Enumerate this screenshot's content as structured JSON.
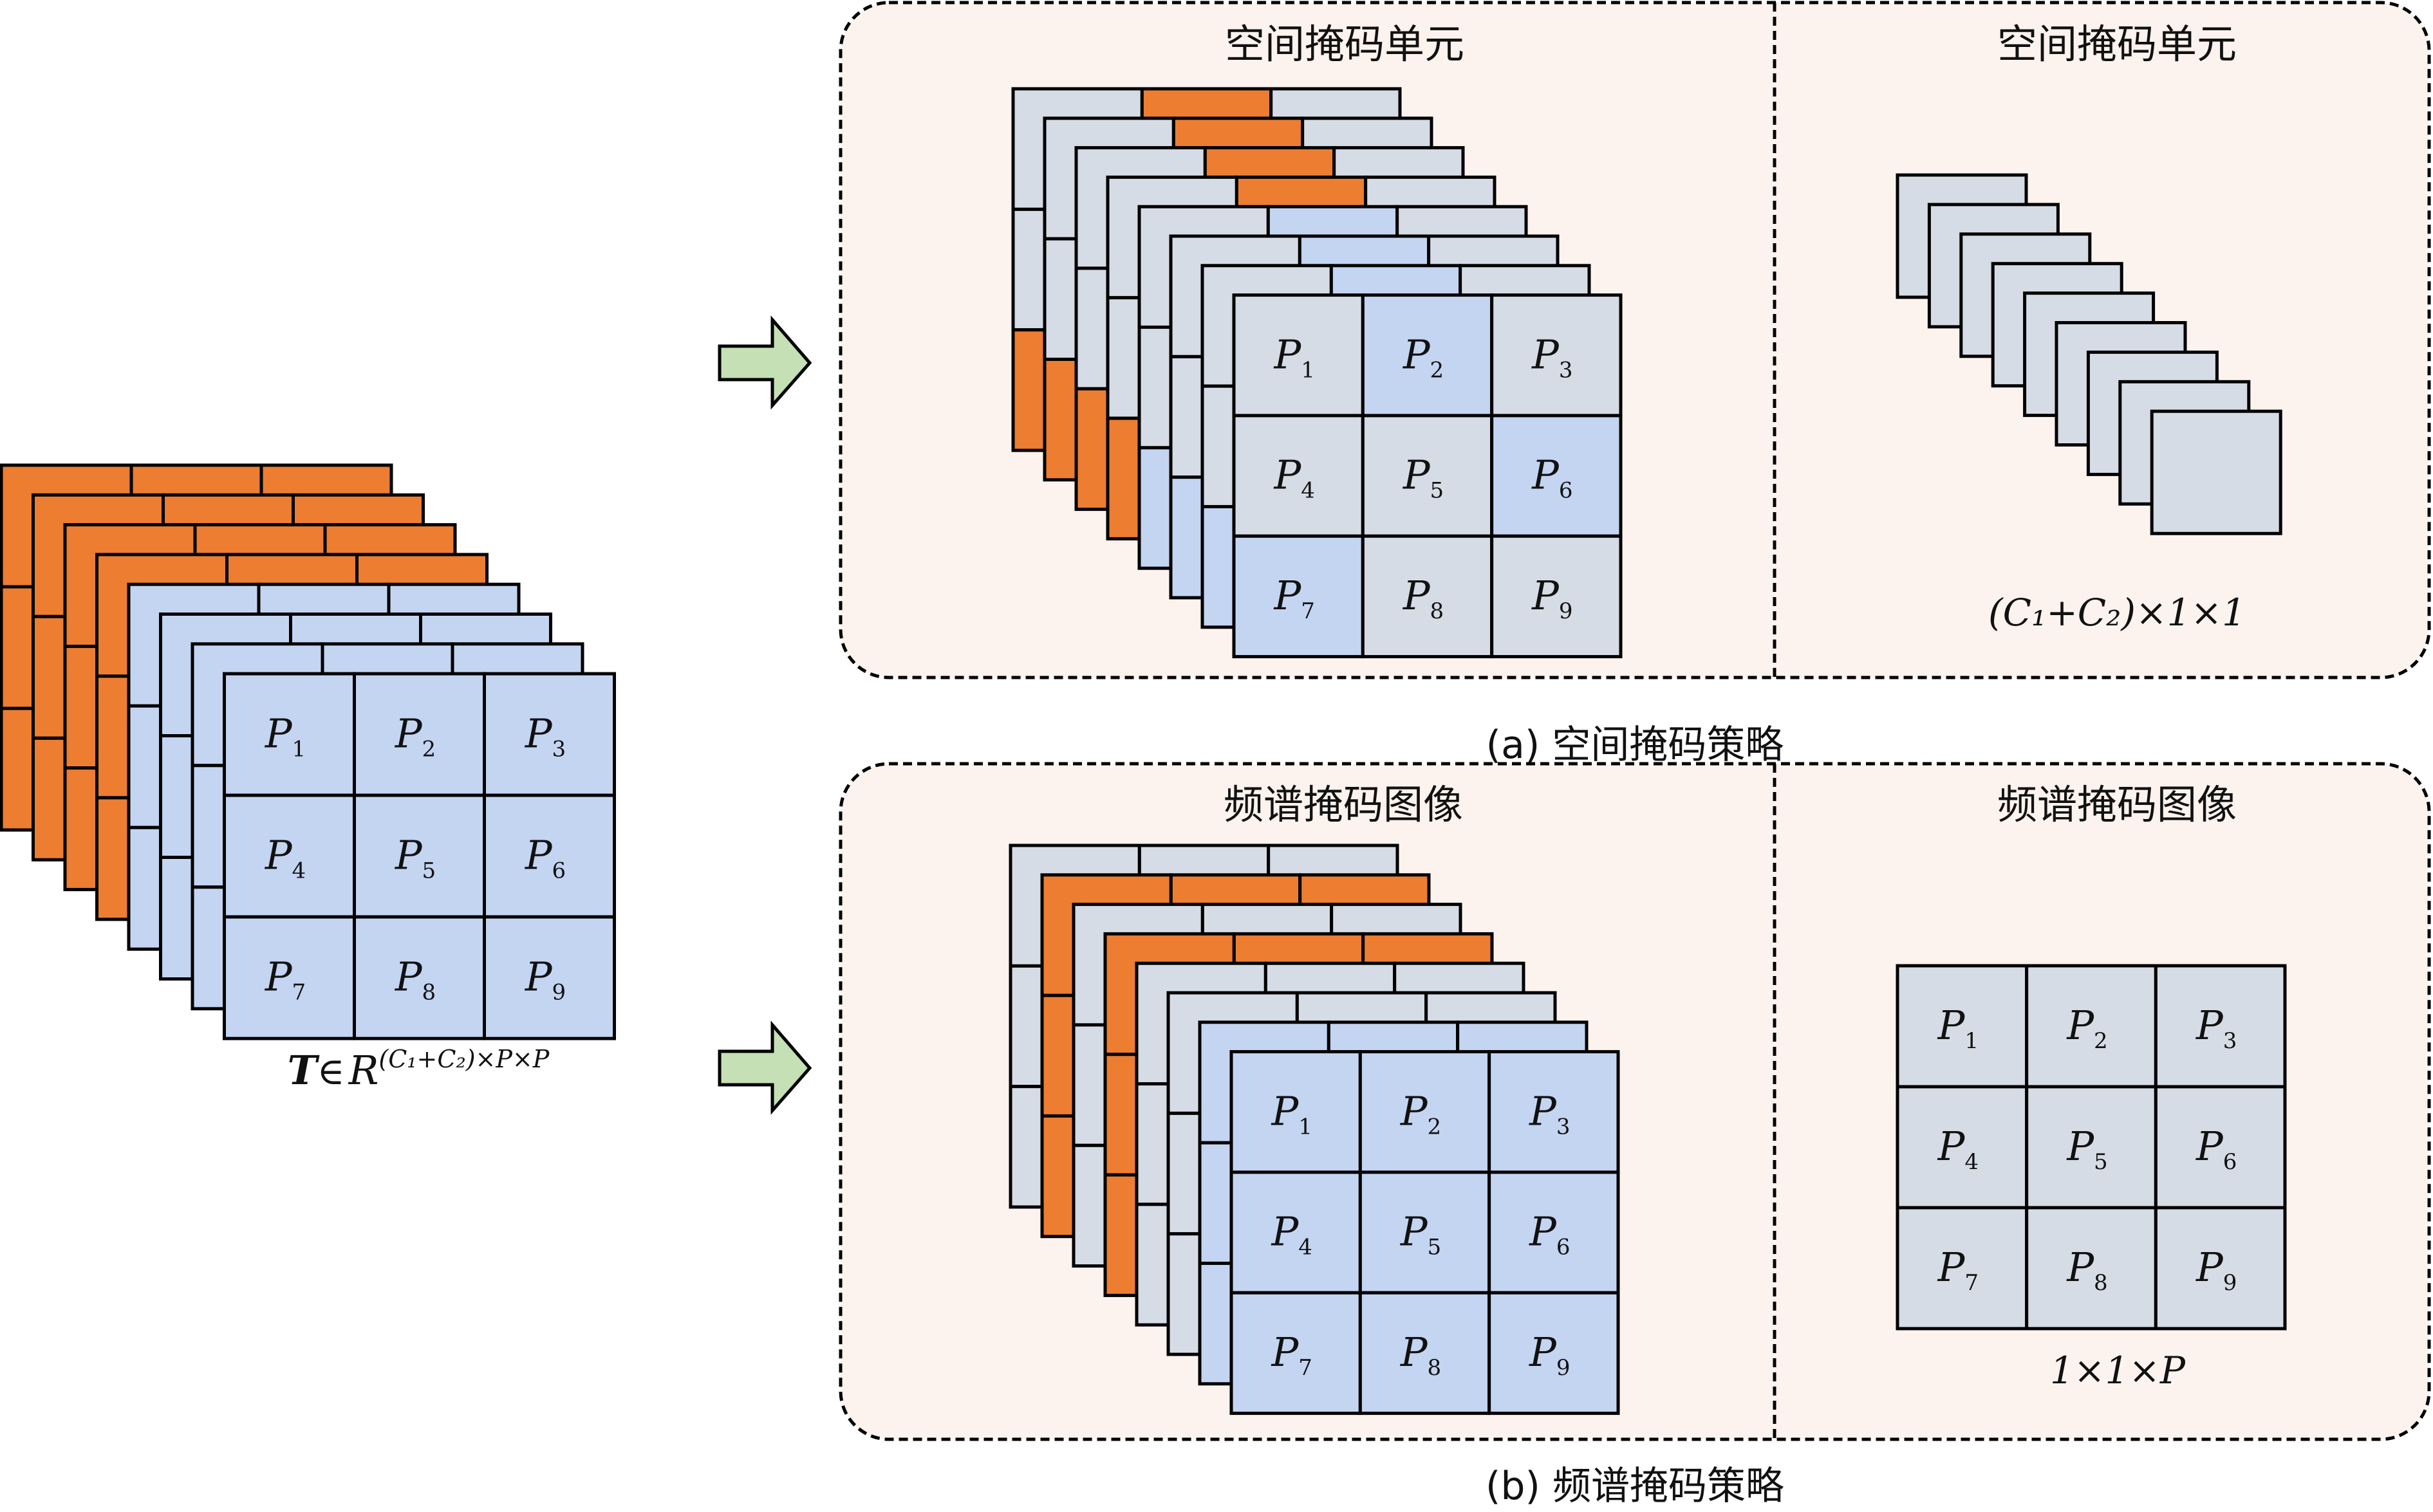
{
  "colors": {
    "orange": "#ed7d31",
    "blue": "#c4d5f2",
    "gray": "#d6dce5",
    "panel_bg": "#fdf3ee",
    "arrow": "#c5e0b4",
    "stroke": "#000000"
  },
  "patch_labels": [
    "1",
    "2",
    "3",
    "4",
    "5",
    "6",
    "7",
    "8",
    "9"
  ],
  "patch_symbol": "P",
  "input_stack": {
    "layers": [
      {
        "layer": 1,
        "fill": "orange"
      },
      {
        "layer": 2,
        "fill": "orange"
      },
      {
        "layer": 3,
        "fill": "orange"
      },
      {
        "layer": 4,
        "fill": "orange"
      },
      {
        "layer": 5,
        "fill": "blue"
      },
      {
        "layer": 6,
        "fill": "blue"
      },
      {
        "layer": 7,
        "fill": "blue"
      },
      {
        "layer": 8,
        "fill": "blue",
        "front": true
      }
    ],
    "formula": {
      "symbol": "T",
      "in": "∈",
      "set": "R",
      "exponent": "(C₁+C₂)×P×P"
    }
  },
  "panels": [
    {
      "id": "spatial",
      "caption": "(a) 空间掩码策略",
      "left": {
        "title": "空间掩码单元",
        "layers": [
          {
            "layer": 1,
            "cells": [
              "gray",
              "orange",
              "gray",
              "gray",
              "orange",
              "gray",
              "orange",
              "orange",
              "gray"
            ]
          },
          {
            "layer": 2,
            "cells": [
              "gray",
              "orange",
              "gray",
              "gray",
              "orange",
              "gray",
              "orange",
              "orange",
              "gray"
            ]
          },
          {
            "layer": 3,
            "cells": [
              "gray",
              "orange",
              "gray",
              "gray",
              "orange",
              "gray",
              "orange",
              "orange",
              "gray"
            ]
          },
          {
            "layer": 4,
            "cells": [
              "gray",
              "orange",
              "gray",
              "gray",
              "orange",
              "gray",
              "orange",
              "orange",
              "gray"
            ]
          },
          {
            "layer": 5,
            "cells": [
              "gray",
              "blue",
              "gray",
              "gray",
              "gray",
              "blue",
              "blue",
              "gray",
              "gray"
            ]
          },
          {
            "layer": 6,
            "cells": [
              "gray",
              "blue",
              "gray",
              "gray",
              "gray",
              "blue",
              "blue",
              "gray",
              "gray"
            ]
          },
          {
            "layer": 7,
            "cells": [
              "gray",
              "blue",
              "gray",
              "gray",
              "gray",
              "blue",
              "blue",
              "gray",
              "gray"
            ]
          },
          {
            "layer": 8,
            "cells": [
              "gray",
              "blue",
              "gray",
              "gray",
              "gray",
              "blue",
              "blue",
              "gray",
              "gray"
            ],
            "front": true
          }
        ]
      },
      "right": {
        "title": "空间掩码单元",
        "unit_count": 9,
        "unit_fill": "gray",
        "dims_label": "(C₁+C₂)×1×1"
      }
    },
    {
      "id": "spectral",
      "caption": "(b) 频谱掩码策略",
      "left": {
        "title": "频谱掩码图像",
        "layers": [
          {
            "layer": 1,
            "fill": "gray"
          },
          {
            "layer": 2,
            "fill": "orange"
          },
          {
            "layer": 3,
            "fill": "gray"
          },
          {
            "layer": 4,
            "fill": "orange"
          },
          {
            "layer": 5,
            "fill": "gray"
          },
          {
            "layer": 6,
            "fill": "gray"
          },
          {
            "layer": 7,
            "fill": "blue"
          },
          {
            "layer": 8,
            "fill": "blue",
            "front": true
          }
        ]
      },
      "right": {
        "title": "频谱掩码图像",
        "grid_fill": "gray",
        "dims_label": "1×1×P"
      }
    }
  ]
}
